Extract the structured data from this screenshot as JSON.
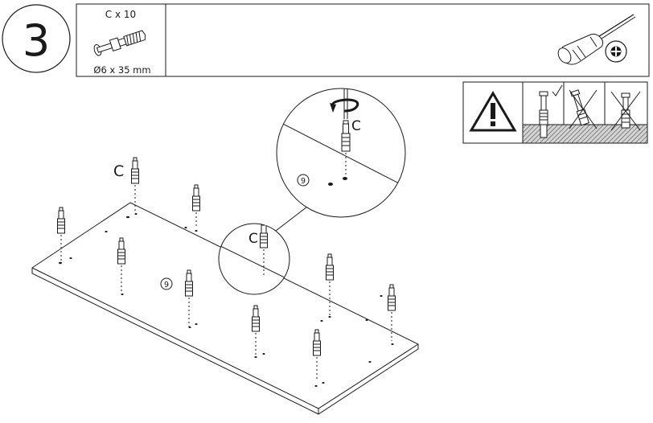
{
  "step": {
    "number": "3"
  },
  "parts": {
    "quantity_label": "C x 10",
    "size_label": "Ø6 x 35 mm"
  },
  "labels": {
    "part_letter": "C",
    "hole_ref": "9"
  },
  "tools": {
    "screwdriver": "phillips-screwdriver-icon"
  },
  "colors": {
    "ink": "#1a1a1a",
    "hatch_bg": "#cfcfcf"
  }
}
